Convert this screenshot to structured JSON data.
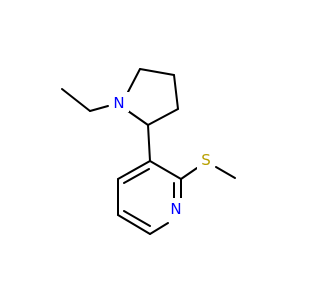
{
  "molecule": {
    "atoms": {
      "pyrrolidine_n": {
        "symbol": "N",
        "color": "#0000ff"
      },
      "pyridine_n": {
        "symbol": "N",
        "color": "#0000ff"
      },
      "sulfur": {
        "symbol": "S",
        "color": "#b8a000"
      }
    },
    "colors": {
      "bond": "#000000",
      "background": "#ffffff"
    }
  }
}
